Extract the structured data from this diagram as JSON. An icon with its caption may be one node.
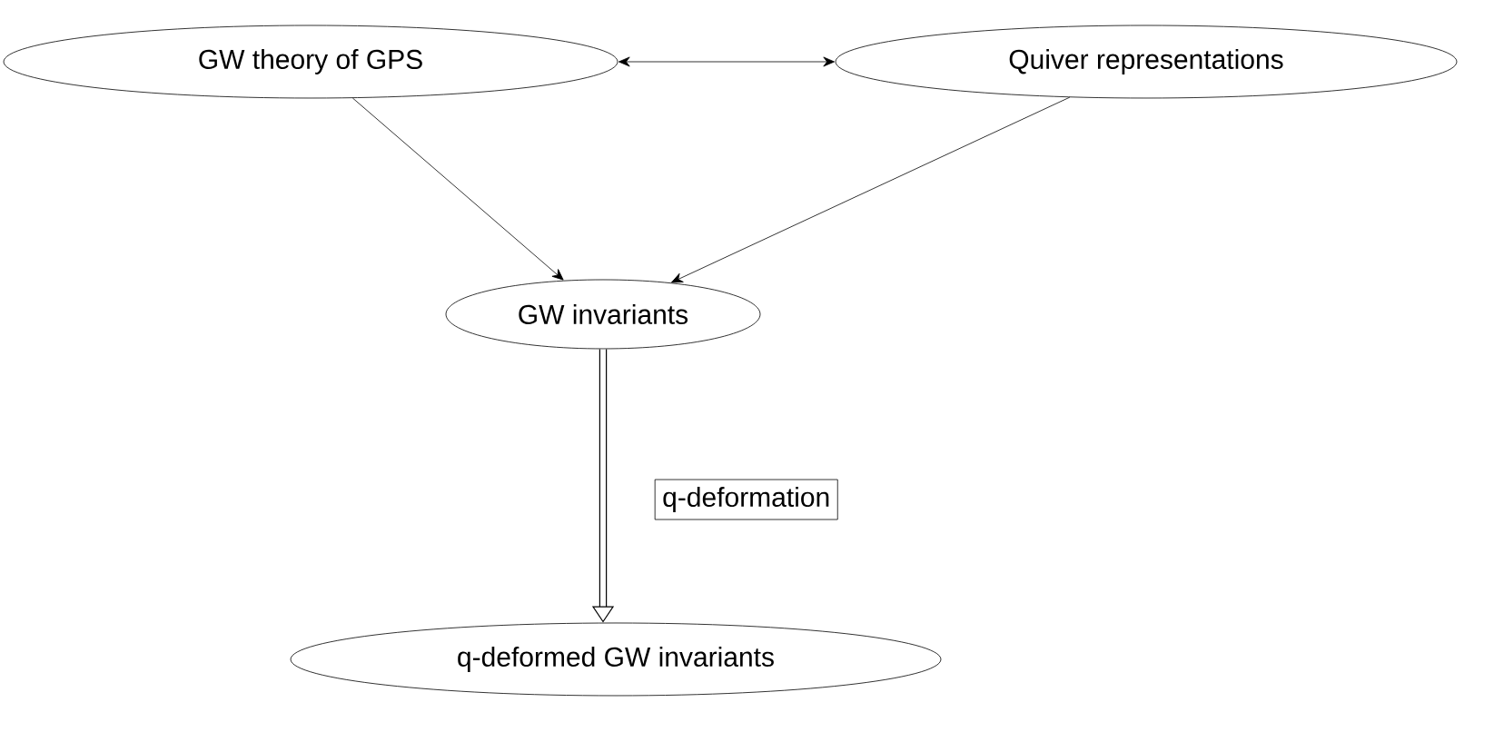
{
  "diagram": {
    "nodes": [
      {
        "text": [
          "GW theory of GPS"
        ]
      },
      {
        "text": [
          "Quiver representations"
        ]
      },
      {
        "text": [
          "GW invariants"
        ]
      },
      {
        "text": [
          "q-deformed GW invariants"
        ]
      }
    ],
    "edges": [
      {
        "from": 0,
        "to": 1,
        "arrow": "both"
      },
      {
        "from": 0,
        "to": 2,
        "arrow": "to"
      },
      {
        "from": 1,
        "to": 2,
        "arrow": "to"
      },
      {
        "from": 2,
        "to": 3,
        "arrow": "to",
        "style": "thick",
        "label": "q-deformation"
      }
    ]
  }
}
